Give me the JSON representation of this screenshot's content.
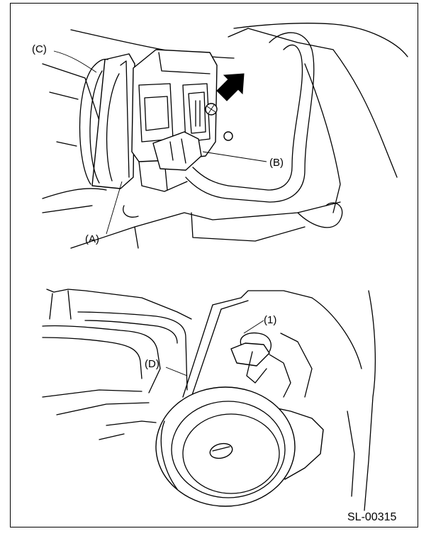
{
  "labels": {
    "C": "(C)",
    "A": "(A)",
    "B": "(B)",
    "one": "(1)",
    "D": "(D)"
  },
  "figure_code": "SL-00315",
  "colors": {
    "line": "#000000",
    "background": "#ffffff"
  }
}
